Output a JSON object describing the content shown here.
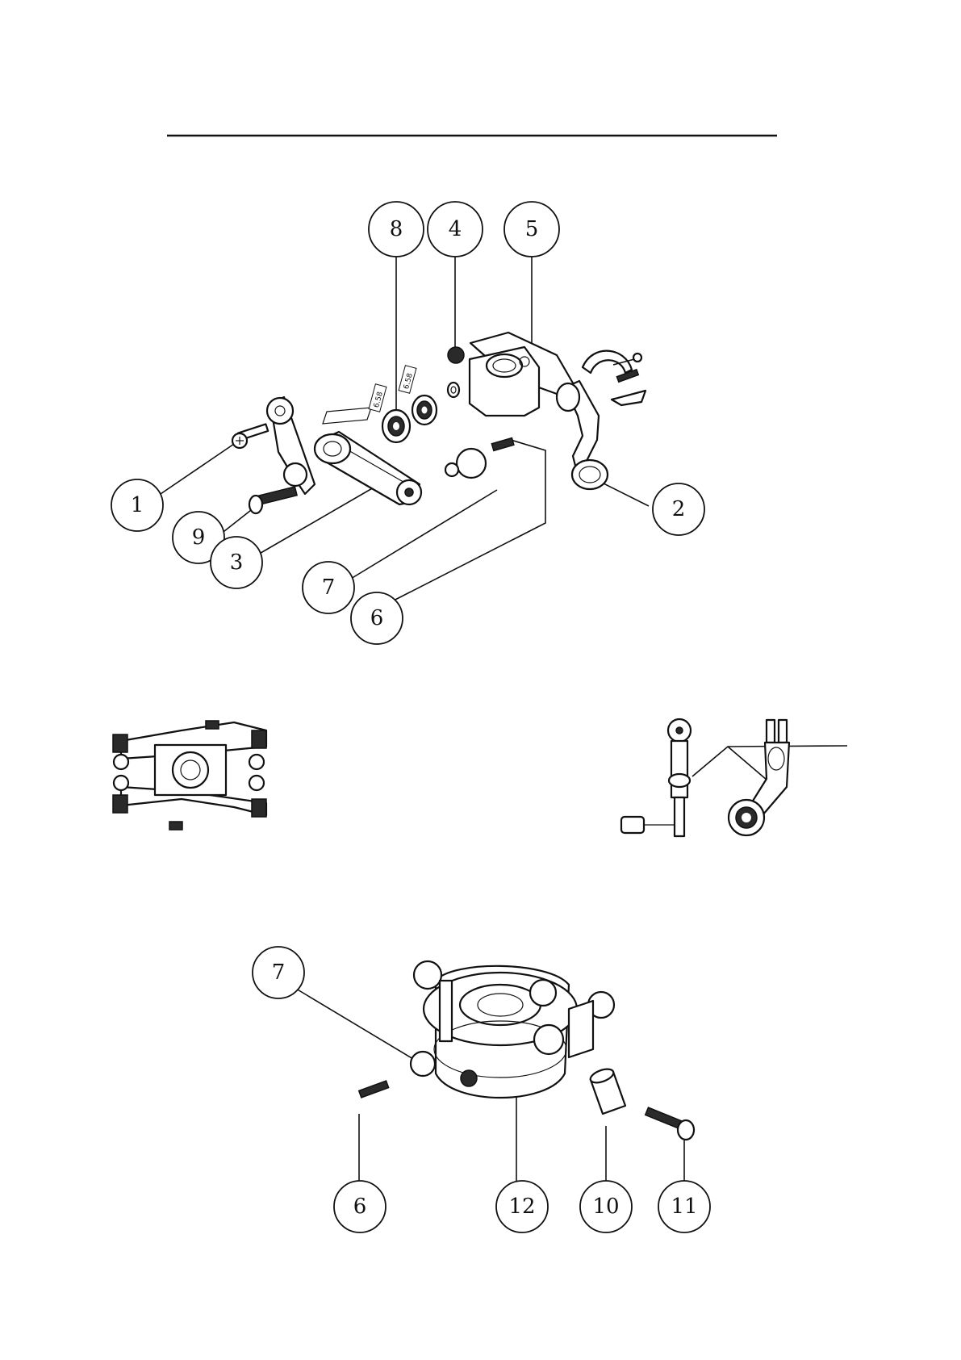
{
  "callouts_top": [
    {
      "label": "8"
    },
    {
      "label": "4"
    },
    {
      "label": "5"
    },
    {
      "label": "1"
    },
    {
      "label": "9"
    },
    {
      "label": "3"
    },
    {
      "label": "2"
    },
    {
      "label": "7"
    },
    {
      "label": "6"
    }
  ],
  "bearing_tags": [
    "6.58",
    "6.58"
  ],
  "callouts_bottom": [
    {
      "label": "7"
    },
    {
      "label": "6"
    },
    {
      "label": "12"
    },
    {
      "label": "10"
    },
    {
      "label": "11"
    }
  ]
}
